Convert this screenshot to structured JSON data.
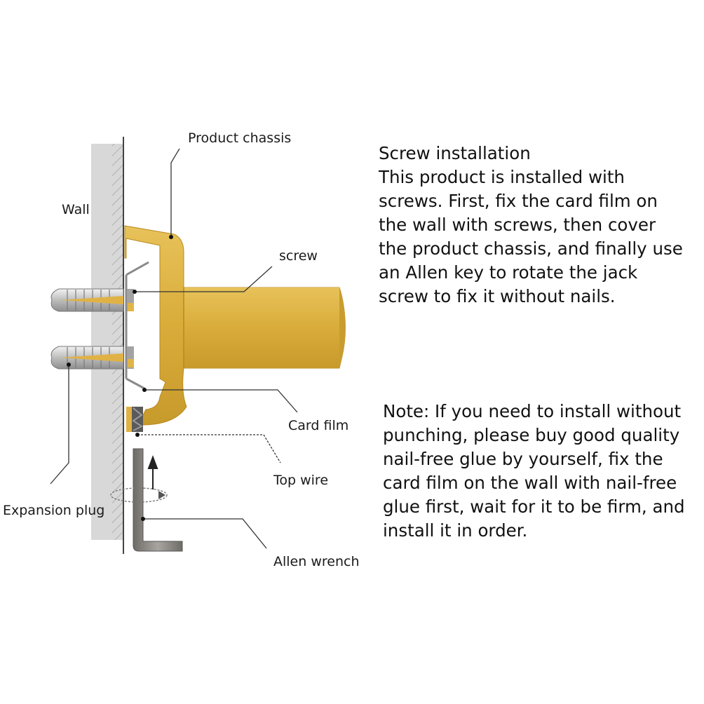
{
  "labels": {
    "product_chassis": "Product chassis",
    "wall": "Wall",
    "screw": "screw",
    "card_film": "Card film",
    "top_wire": "Top wire",
    "expansion_plug": "Expansion plug",
    "allen_wrench": "Allen wrench"
  },
  "screw_installation": {
    "lines": [
      "Screw installation",
      "This product is installed with",
      "screws. First, fix the card film on",
      "the wall with screws, then cover",
      "the product chassis, and finally use",
      "an Allen key to rotate the jack",
      "screw to fix it without nails."
    ]
  },
  "note": {
    "lines": [
      "Note: If you need to install without",
      "punching, please buy good quality",
      "nail-free glue by yourself, fix the",
      "card film on the wall with nail-free",
      "glue first, wait for it to be firm, and",
      "install it in order."
    ]
  },
  "colors": {
    "gold": "#d9ac3a",
    "gold_dark": "#b8891c",
    "wall": "#d8d8d8",
    "wrench": "#8e8a86",
    "leader": "#333333"
  }
}
